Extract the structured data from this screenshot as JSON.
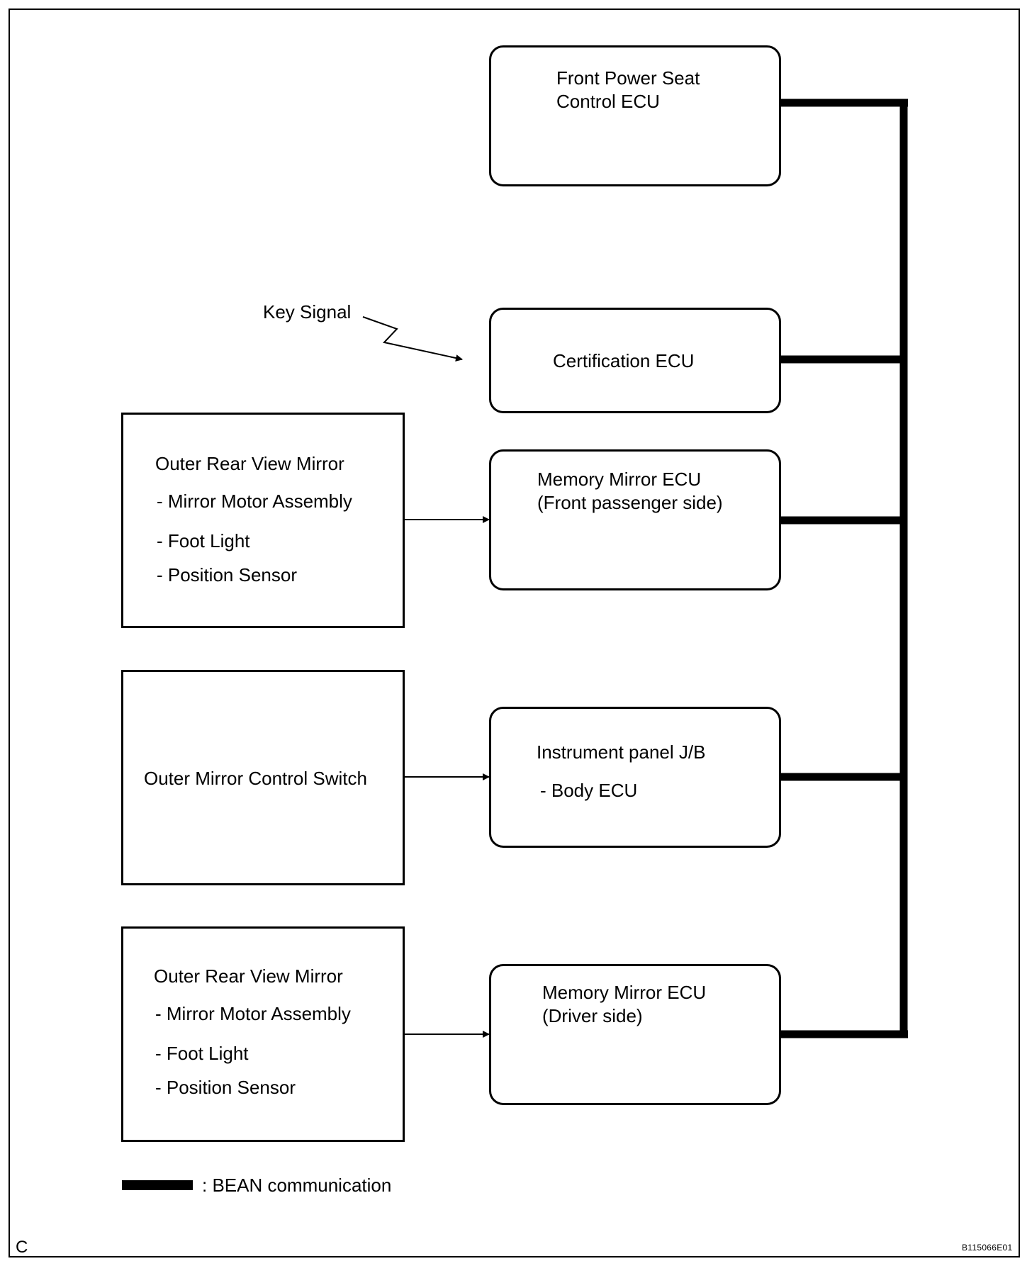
{
  "ecus": {
    "front_power_seat": {
      "line1": "Front Power Seat",
      "line2": "Control ECU"
    },
    "certification": {
      "line1": "Certification ECU"
    },
    "memory_mirror_passenger": {
      "line1": "Memory Mirror ECU",
      "line2": "(Front passenger side)"
    },
    "instrument_panel": {
      "line1": "Instrument panel J/B",
      "line2": "- Body ECU"
    },
    "memory_mirror_driver": {
      "line1": "Memory Mirror ECU",
      "line2": "(Driver side)"
    }
  },
  "inputs": {
    "mirror_passenger": {
      "title": "Outer Rear View Mirror",
      "item1": "- Mirror Motor Assembly",
      "item2": "- Foot Light",
      "item3": "- Position Sensor"
    },
    "control_switch": {
      "title": "Outer Mirror Control Switch"
    },
    "mirror_driver": {
      "title": "Outer Rear View Mirror",
      "item1": "- Mirror Motor Assembly",
      "item2": "- Foot Light",
      "item3": "- Position Sensor"
    }
  },
  "key_signal": "Key Signal",
  "legend": {
    "label": ": BEAN communication"
  },
  "corner_letter": "C",
  "figure_code": "B115066E01"
}
